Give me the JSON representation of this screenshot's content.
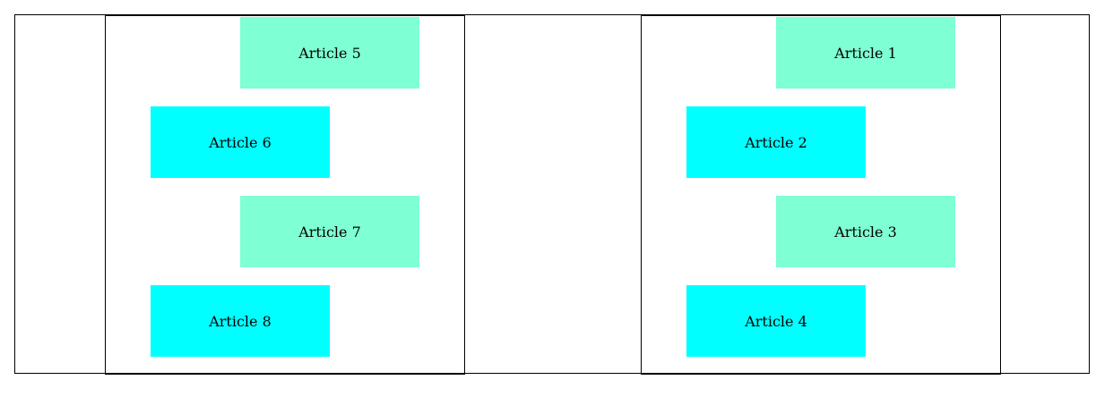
{
  "columns": [
    {
      "articles": [
        {
          "label": "Article 5",
          "color": "#7fffd4"
        },
        {
          "label": "Article 6",
          "color": "#00ffff"
        },
        {
          "label": "Article 7",
          "color": "#7fffd4"
        },
        {
          "label": "Article 8",
          "color": "#00ffff"
        }
      ]
    },
    {
      "articles": [
        {
          "label": "Article 1",
          "color": "#7fffd4"
        },
        {
          "label": "Article 2",
          "color": "#00ffff"
        },
        {
          "label": "Article 3",
          "color": "#7fffd4"
        },
        {
          "label": "Article 4",
          "color": "#00ffff"
        }
      ]
    }
  ]
}
